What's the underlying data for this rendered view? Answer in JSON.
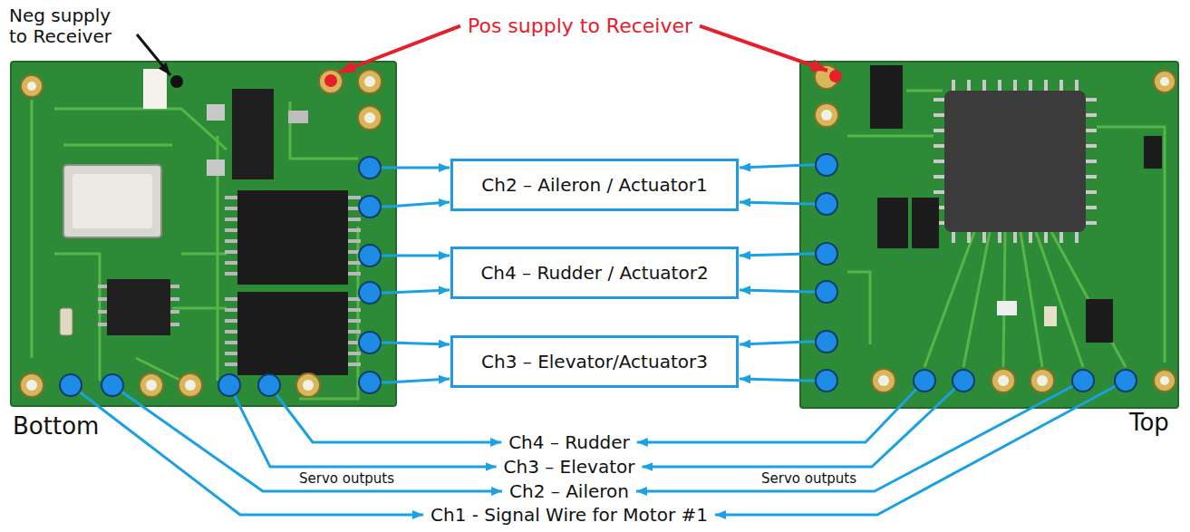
{
  "diagram": {
    "nodes": [
      {
        "text": [
          "Ch2 – Aileron / Actuator1"
        ]
      },
      {
        "text": [
          "Ch4 – Rudder / Actuator2"
        ]
      },
      {
        "text": [
          "Ch3 – Elevator/Actuator3"
        ]
      }
    ],
    "labels": [
      "Neg supply to Receiver",
      "Pos supply to Receiver",
      "Servo outputs",
      "Servo outputs",
      "Bottom",
      "Top",
      "Ch4 – Rudder",
      "Ch3 – Elevator",
      "Ch2 – Aileron",
      "Ch1 - Signal Wire for Motor #1"
    ]
  }
}
